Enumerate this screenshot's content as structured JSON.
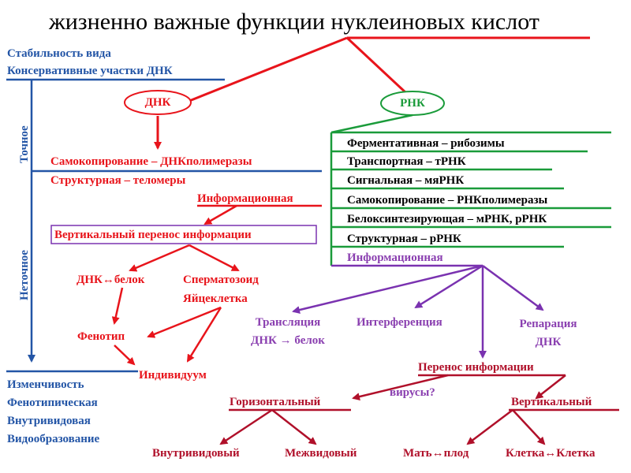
{
  "title": "жизненно важные функции нуклеиновых кислот",
  "top_left": {
    "line1": "Стабильность вида",
    "line2": "Консервативные участки ДНК"
  },
  "axis": {
    "exact": "Точное",
    "inexact": "Неточное"
  },
  "bottom_left": [
    "Изменчивость",
    "Фенотипическая",
    "Внутривидовая",
    "Видообразование"
  ],
  "dna": {
    "label": "ДНК",
    "functions": [
      "Самокопирование – ДНКполимеразы",
      "Структурная – теломеры"
    ],
    "informational": "Информационная",
    "vertical_transfer": "Вертикальный перенос информации",
    "dna_protein": "ДНК↔белок",
    "gametes": [
      "Сперматозоид",
      "Яйцеклетка"
    ],
    "phenotype": "Фенотип",
    "individual": "Индивидуум"
  },
  "rna": {
    "label": "РНК",
    "functions": [
      "Ферментативная – рибозимы",
      "Транспортная – тРНК",
      "Сигнальная – мяРНК",
      "Самокопирование – РНКполимеразы",
      "Белоксинтезирующая – мРНК, рРНК",
      "Структурная – рРНК"
    ],
    "informational": "Информационная",
    "translation": [
      "Трансляция",
      "ДНК → белок"
    ],
    "interference": "Интерференция",
    "repair": [
      "Репарация",
      "ДНК"
    ]
  },
  "transfer": {
    "label": "Перенос информации",
    "viruses": "вирусы?",
    "horizontal": "Горизонтальный",
    "vertical": "Вертикальный",
    "intraspecific": "Внутривидовый",
    "interspecific": "Межвидовый",
    "mother_fetus": "Мать↔плод",
    "cell_cell": "Клетка↔Клетка"
  },
  "colors": {
    "blue": "#2355a6",
    "red": "#e8141b",
    "dark_red": "#b0102a",
    "green": "#1a9b3a",
    "purple": "#7a32b0",
    "black": "#000000"
  }
}
